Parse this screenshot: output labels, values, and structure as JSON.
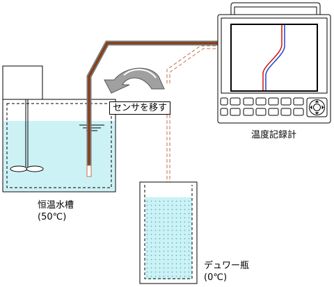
{
  "labels": {
    "bath_name": "恒温水槽",
    "bath_temp": "(50℃)",
    "dewar_name": "デュワー瓶",
    "dewar_temp": "(0℃)",
    "recorder_name": "温度記録計",
    "move_sensor": "センサを移す"
  },
  "colors": {
    "water": "#ccf2f6",
    "ice_dots": "#5bb8c8",
    "probe_brown": "#8a3a10",
    "probe_gray": "#7a7a7a",
    "dashed_probe": "#c07050",
    "trace_red": "#d01010",
    "trace_blue": "#2040d0",
    "arrow_gray": "#a0a0a0"
  },
  "icons": {
    "move_arrow": "curved-arrow-icon",
    "stirrer": "stirrer-icon"
  }
}
